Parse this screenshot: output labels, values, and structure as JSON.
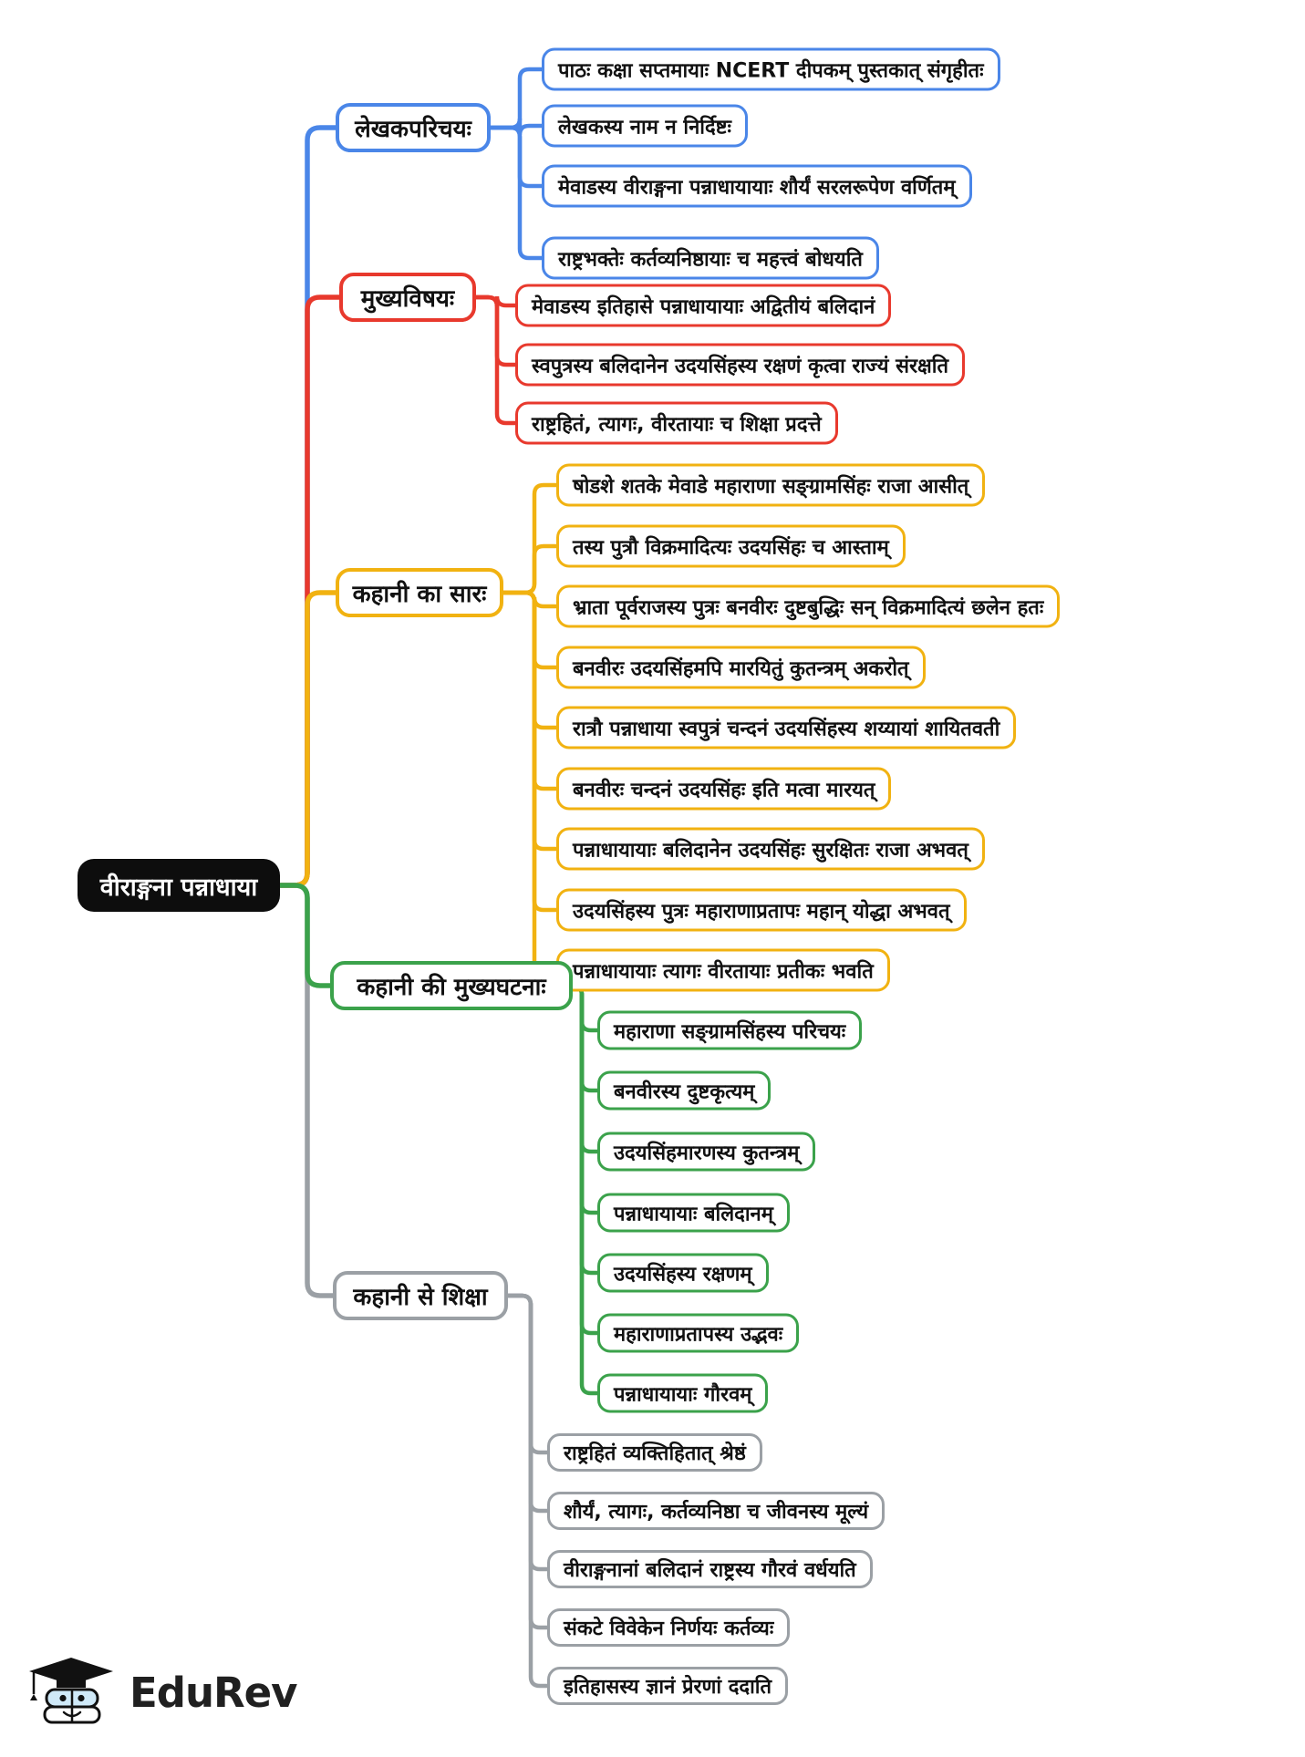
{
  "central": {
    "title": "वीराङ्गना पन्नाधाया",
    "bg_color": "#0d0d0d",
    "text_color": "#ffffff"
  },
  "branches": [
    {
      "id": "lekhak-parichay",
      "label": "लेखकपरिचयः",
      "color": "#4a86e8",
      "children": [
        "पाठः कक्षा सप्तमायाः NCERT दीपकम् पुस्तकात् संगृहीतः",
        "लेखकस्य नाम न निर्दिष्टः",
        "मेवाडस्य वीराङ्गना पन्नाधायायाः शौर्यं सरलरूपेण वर्णितम्",
        "राष्ट्रभक्तेः कर्तव्यनिष्ठायाः च महत्त्वं बोधयति"
      ]
    },
    {
      "id": "mukhya-vishay",
      "label": "मुख्यविषयः",
      "color": "#e8392d",
      "children": [
        "मेवाडस्य इतिहासे पन्नाधायायाः अद्वितीयं बलिदानं",
        "स्वपुत्रस्य बलिदानेन उदयसिंहस्य रक्षणं कृत्वा राज्यं संरक्षति",
        "राष्ट्रहितं, त्यागः, वीरतायाः च शिक्षा प्रदत्ते"
      ]
    },
    {
      "id": "kahani-saar",
      "label": "कहानी का सारः",
      "color": "#f1b211",
      "children": [
        "षोडशे शतके मेवाडे महाराणा सङ्ग्रामसिंहः राजा आसीत्",
        "तस्य पुत्रौ विक्रमादित्यः उदयसिंहः च आस्ताम्",
        "भ्राता पूर्वराजस्य पुत्रः बनवीरः दुष्टबुद्धिः सन् विक्रमादित्यं छलेन हतः",
        "बनवीरः उदयसिंहमपि मारयितुं कुतन्त्रम् अकरोत्",
        "रात्रौ पन्नाधाया स्वपुत्रं चन्दनं उदयसिंहस्य शय्यायां शायितवती",
        "बनवीरः चन्दनं उदयसिंहः इति मत्वा मारयत्",
        "पन्नाधायायाः बलिदानेन उदयसिंहः सुरक्षितः राजा अभवत्",
        "उदयसिंहस्य पुत्रः महाराणाप्रतापः महान् योद्धा अभवत्",
        "पन्नाधायायाः त्यागः वीरतायाः प्रतीकः भवति"
      ]
    },
    {
      "id": "mukhya-ghatna",
      "label": "कहानी की मुख्यघटनाः",
      "color": "#3ba24b",
      "children": [
        "महाराणा सङ्ग्रामसिंहस्य परिचयः",
        "बनवीरस्य दुष्टकृत्यम्",
        "उदयसिंहमारणस्य कुतन्त्रम्",
        "पन्नाधायायाः बलिदानम्",
        "उदयसिंहस्य रक्षणम्",
        "महाराणाप्रतापस्य उद्भवः",
        "पन्नाधायायाः गौरवम्"
      ]
    },
    {
      "id": "kahani-shiksha",
      "label": "कहानी से शिक्षा",
      "color": "#9ba0a5",
      "children": [
        "राष्ट्रहितं व्यक्तिहितात् श्रेष्ठं",
        "शौर्यं, त्यागः, कर्तव्यनिष्ठा च जीवनस्य मूल्यं",
        "वीराङ्गनानां बलिदानं राष्ट्रस्य गौरवं वर्धयति",
        "संकटे विवेकेन निर्णयः कर्तव्यः",
        "इतिहासस्य ज्ञानं प्रेरणां ददाति"
      ]
    }
  ],
  "logo": {
    "text": "EduRev"
  }
}
